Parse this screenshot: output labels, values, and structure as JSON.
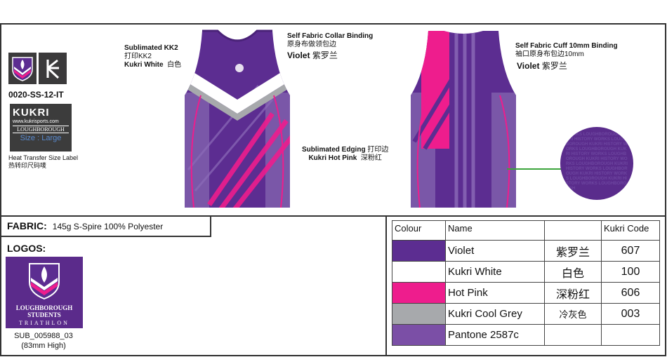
{
  "product_code": "0020-SS-12-IT",
  "size_label": {
    "brand": "KUKRI",
    "url": "www.kukrisports.com",
    "team": "LOUGHBOROUGH",
    "size": "Size : Large",
    "caption_en": "Heat Transfer Size Label",
    "caption_zh": "热转印尺码唛"
  },
  "callouts": {
    "kk2_en": "Sublimated KK2",
    "kk2_zh": "打印KK2",
    "kk2_color": "Kukri White",
    "kk2_color_zh": "白色",
    "collar_en": "Self Fabric Collar Binding",
    "collar_zh": "原身布做领包边",
    "collar_color": "Violet",
    "collar_color_zh": "紫罗兰",
    "edging_en": "Sublimated Edging",
    "edging_zh": "打印边",
    "edging_color": "Kukri Hot Pink",
    "edging_color_zh": "深粉红",
    "cuff_en": "Self Fabric Cuff 10mm Binding",
    "cuff_zh": "袖口原身布包边10mm",
    "cuff_color": "Violet",
    "cuff_color_zh": "紫罗兰"
  },
  "pattern_text": "WORKS LOUGHBOROUGH KUKRI HISTORY WORKS LOUGHBOROUGH KUKRI HISTORY WORKS LOUGHBOROUGH KUKRI HISTORY WORKS LOUGHBOROUGH KUKRI HISTORY WORKS LOUGHBOROUGH KUKRI HISTORY WORKS LOUGHBOROUGH KUKRI HISTORY WORKS LOUGHBOROUGH KUKRI HISTORY WORKS LOUGHBOROUGH",
  "fabric": {
    "label": "FABRIC:",
    "value": "145g S-Spire 100% Polyester"
  },
  "logos": {
    "heading": "LOGOS:",
    "line1": "LOUGHBOROUGH",
    "line2": "STUDENTS",
    "line3": "TRIATHLON",
    "ref": "SUB_005988_03",
    "size": "(83mm High)"
  },
  "colour_table": {
    "headers": [
      "Colour",
      "Name",
      "",
      "Kukri Code"
    ],
    "rows": [
      {
        "swatch": "#5c2d91",
        "name": "Violet",
        "zh": "紫罗兰",
        "code": "607"
      },
      {
        "swatch": "#ffffff",
        "name": "Kukri White",
        "zh": "白色",
        "code": "100"
      },
      {
        "swatch": "#ee1d8d",
        "name": "Hot Pink",
        "zh": "深粉红",
        "code": "606"
      },
      {
        "swatch": "#a7a9ac",
        "name": "Kukri Cool Grey",
        "zh": "冷灰色",
        "code": "003"
      },
      {
        "swatch": "#7b4fa6",
        "name": "Pantone 2587c",
        "zh": "",
        "code": ""
      }
    ]
  },
  "colors": {
    "violet": "#5c2d91",
    "hot_pink": "#ee1d8d",
    "grey": "#a7a9ac"
  }
}
